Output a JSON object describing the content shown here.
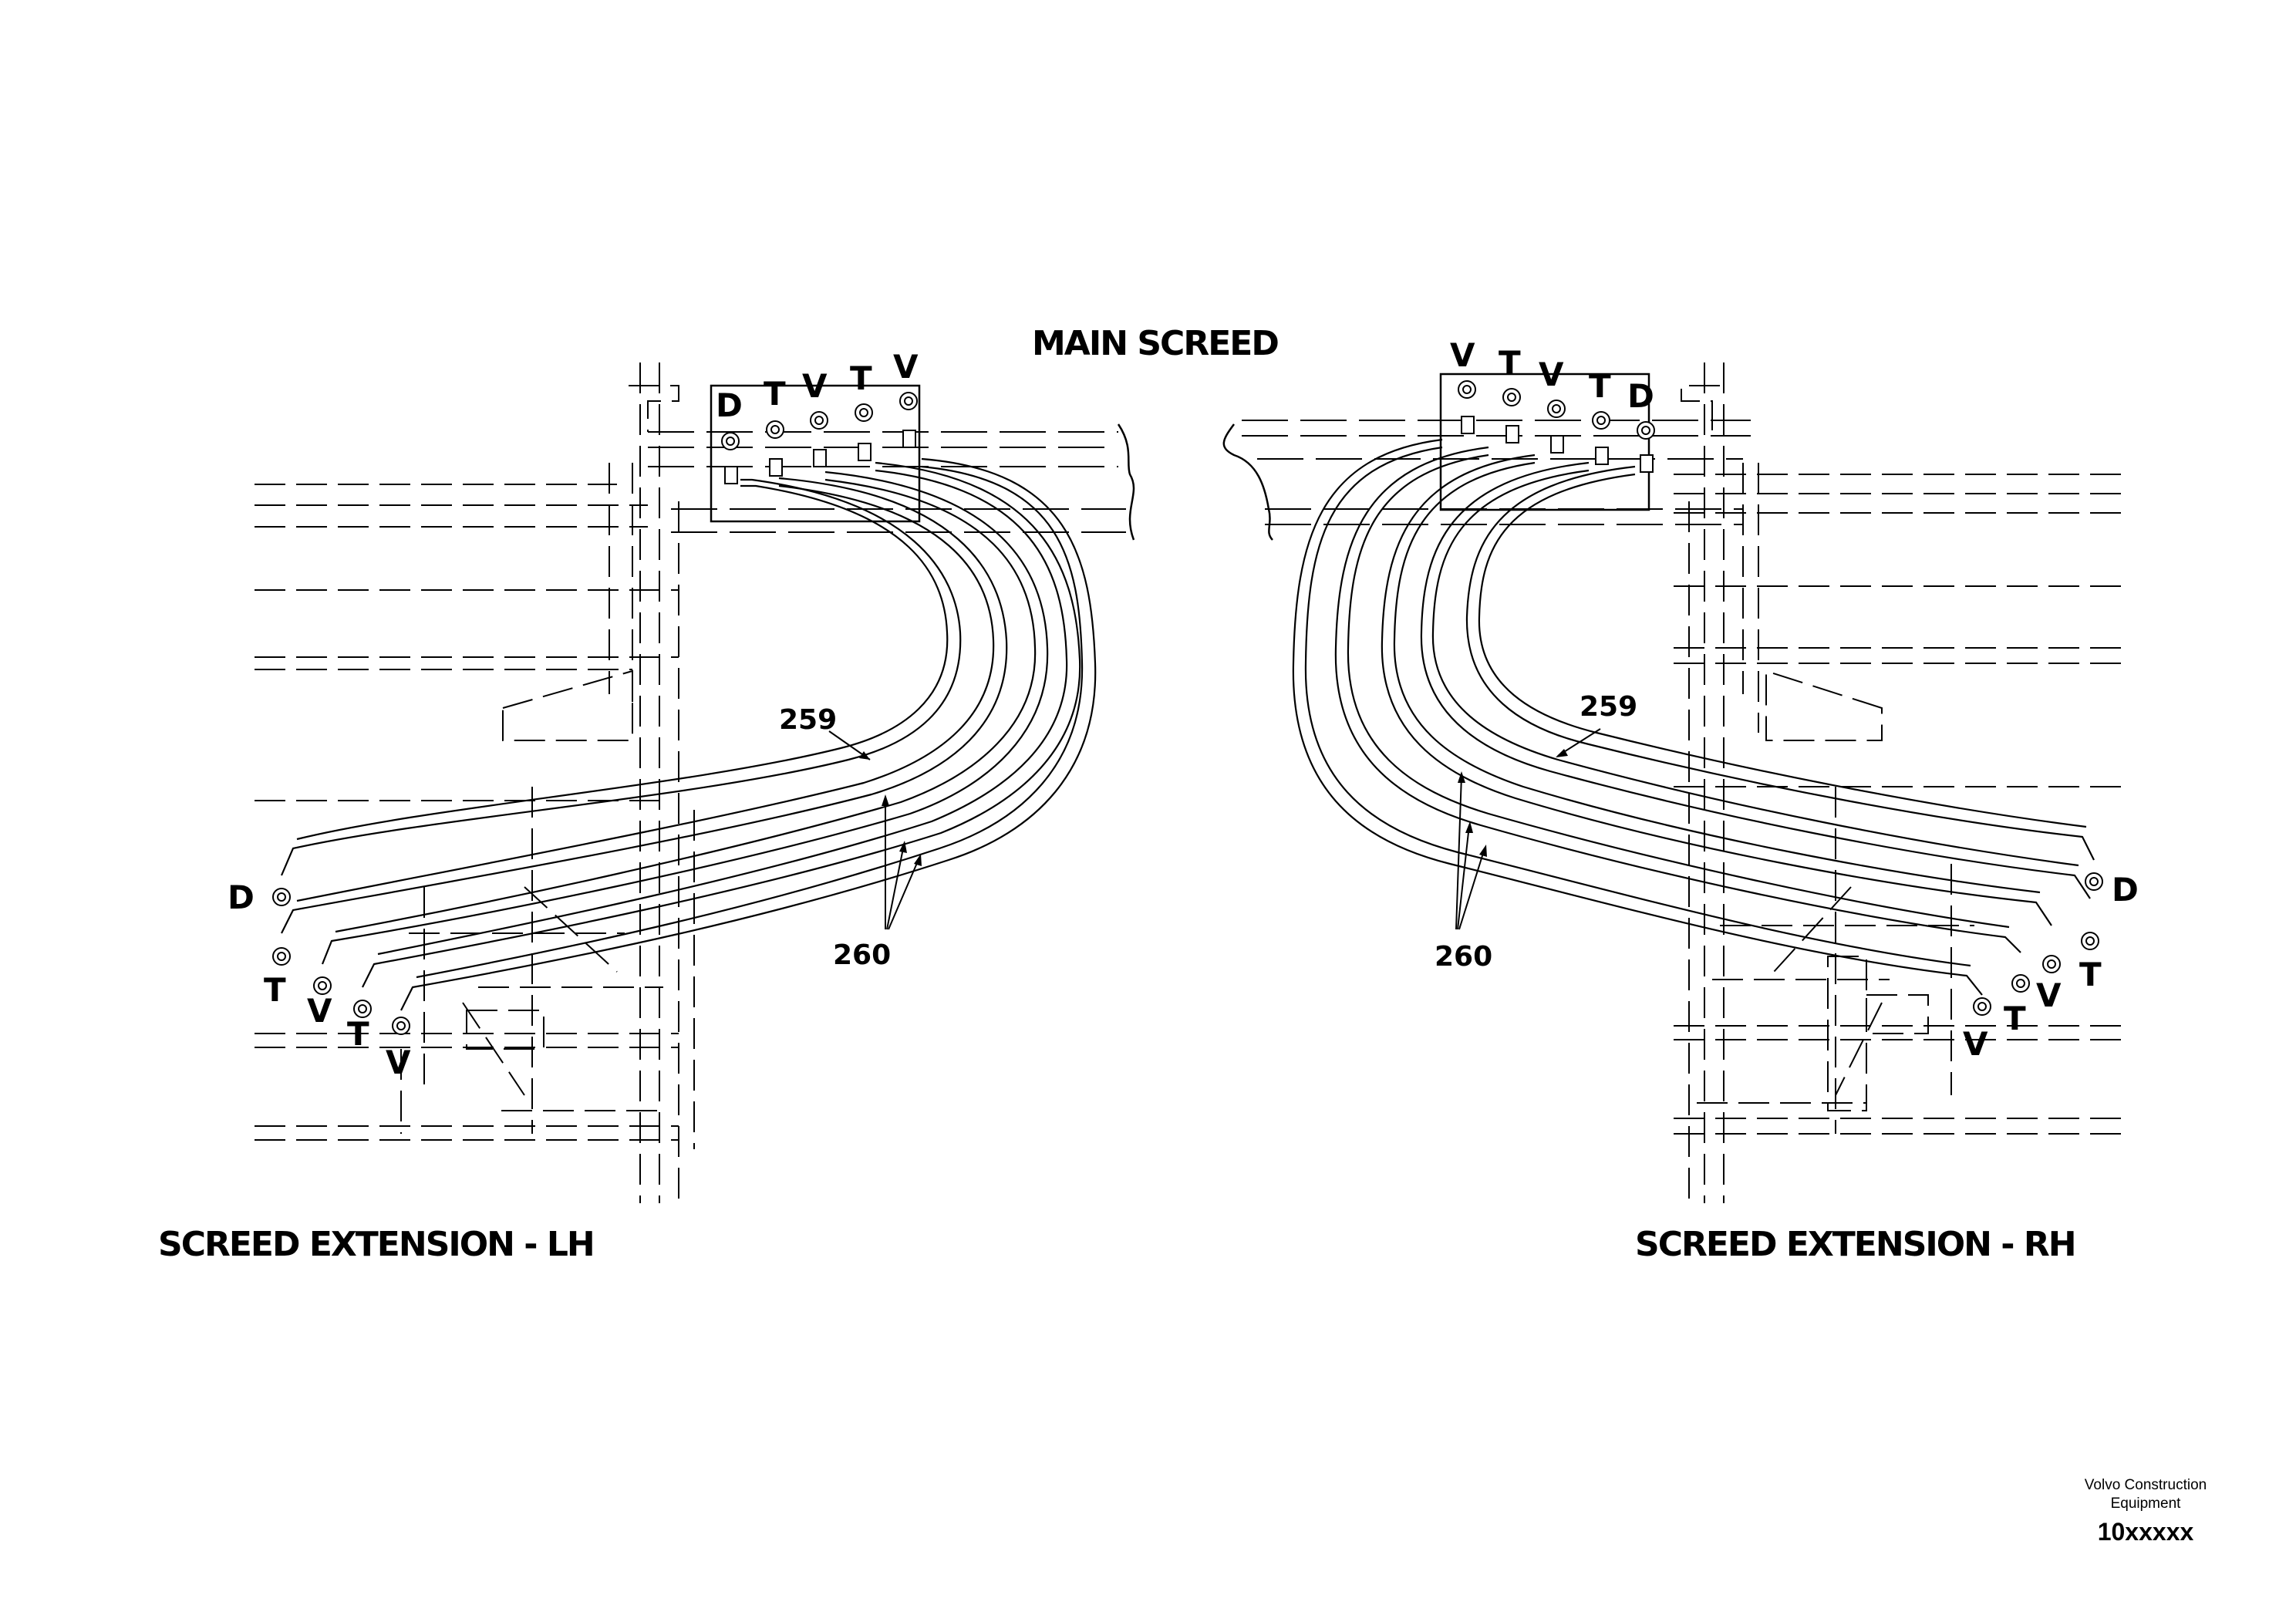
{
  "titles": {
    "main": "MAIN SCREED",
    "left": "SCREED EXTENSION - LH",
    "right": "SCREED EXTENSION - RH"
  },
  "references": {
    "hose_a": "259",
    "hose_b": "260"
  },
  "ports": {
    "main_left": [
      "D",
      "T",
      "V",
      "T",
      "V"
    ],
    "main_right": [
      "V",
      "T",
      "V",
      "T",
      "D"
    ],
    "ext_left": [
      "D",
      "T",
      "V",
      "T",
      "V"
    ],
    "ext_right": [
      "D",
      "T",
      "V",
      "T",
      "V"
    ]
  },
  "footer": {
    "company_line1": "Volvo Construction",
    "company_line2": "Equipment",
    "code": "10xxxxx"
  }
}
